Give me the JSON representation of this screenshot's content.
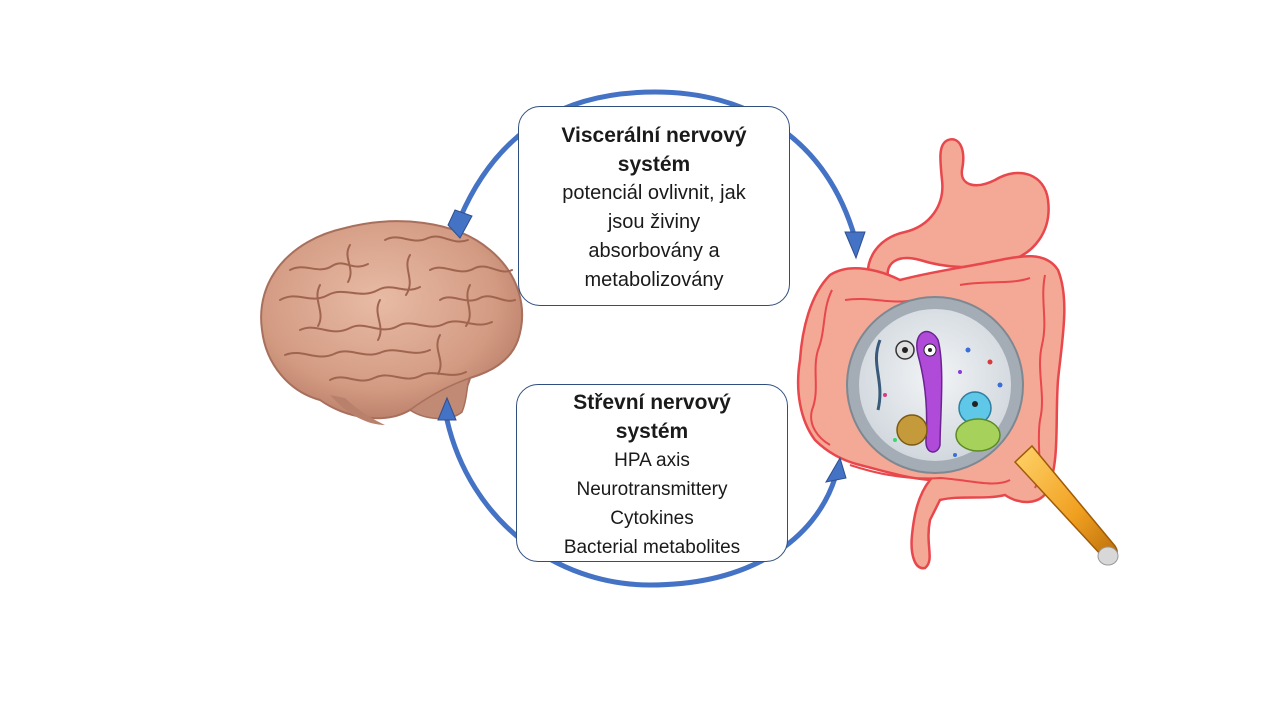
{
  "top_box": {
    "title_line1": "Viscerální nervový",
    "title_line2": "systém",
    "lines": [
      "potenciál ovlivnit, jak",
      "jsou živiny",
      "absorbovány a",
      "metabolizovány"
    ]
  },
  "bottom_box": {
    "title_line1": "Střevní nervový",
    "title_line2": "systém",
    "lines": [
      "HPA axis",
      "Neurotransmittery",
      "Cytokines",
      "Bacterial metabolites"
    ]
  },
  "colors": {
    "arrow": "#4472c4",
    "brain": "#d9a48c",
    "brain_dark": "#a86f5c",
    "intestine": "#f4a896",
    "intestine_outline": "#e8474c",
    "magnifier_rim": "#b9c0c8",
    "magnifier_handle": "#f0a020"
  }
}
